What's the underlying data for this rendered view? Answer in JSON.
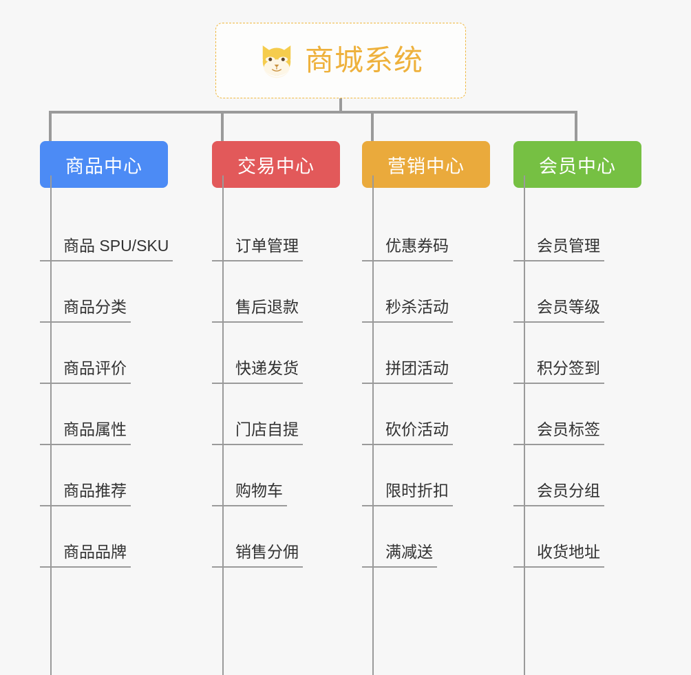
{
  "root": {
    "title": "商城系统",
    "emoji_icon": "dog-face-emoji",
    "border_color": "#efb73e",
    "text_color": "#eeb13c"
  },
  "connector_color": "#9a9a9a",
  "background_color": "#f7f7f7",
  "branches": [
    {
      "label": "商品中心",
      "color": "#4c8bf5",
      "items": [
        "商品 SPU/SKU",
        "商品分类",
        "商品评价",
        "商品属性",
        "商品推荐",
        "商品品牌"
      ]
    },
    {
      "label": "交易中心",
      "color": "#e2595a",
      "items": [
        "订单管理",
        "售后退款",
        "快递发货",
        "门店自提",
        "购物车",
        "销售分佣"
      ]
    },
    {
      "label": "营销中心",
      "color": "#eaaa3c",
      "items": [
        "优惠券码",
        "秒杀活动",
        "拼团活动",
        "砍价活动",
        "限时折扣",
        "满减送"
      ]
    },
    {
      "label": "会员中心",
      "color": "#76c043",
      "items": [
        "会员管理",
        "会员等级",
        "积分签到",
        "会员标签",
        "会员分组",
        "收货地址"
      ]
    }
  ]
}
